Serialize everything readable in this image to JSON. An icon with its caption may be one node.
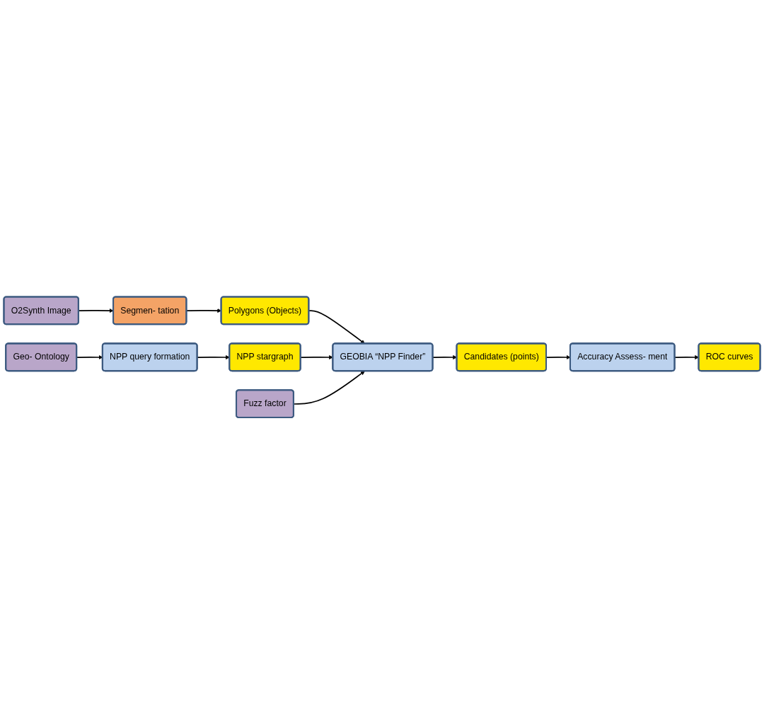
{
  "diagram": {
    "nodes": [
      {
        "text": [
          "O2Synth Image"
        ]
      },
      {
        "text": [
          "Segmen- tation"
        ]
      },
      {
        "text": [
          "Polygons (Objects)"
        ]
      },
      {
        "text": [
          "Geo- Ontology"
        ]
      },
      {
        "text": [
          "NPP query formation"
        ]
      },
      {
        "text": [
          "NPP stargraph"
        ]
      },
      {
        "text": [
          "Fuzz factor"
        ]
      },
      {
        "text": [
          "GEOBIA “NPP Finder”"
        ]
      },
      {
        "text": [
          "Candidates (points)"
        ]
      },
      {
        "text": [
          "Accuracy Assess- ment"
        ]
      },
      {
        "text": [
          "ROC curves"
        ]
      }
    ],
    "edges": [
      {
        "from": 0,
        "to": 1,
        "arrow": "to"
      },
      {
        "from": 1,
        "to": 2,
        "arrow": "to"
      },
      {
        "from": 3,
        "to": 4,
        "arrow": "to"
      },
      {
        "from": 4,
        "to": 5,
        "arrow": "to"
      },
      {
        "from": 2,
        "to": 7,
        "arrow": "to"
      },
      {
        "from": 5,
        "to": 7,
        "arrow": "to"
      },
      {
        "from": 6,
        "to": 7,
        "arrow": "to"
      },
      {
        "from": 7,
        "to": 8,
        "arrow": "to"
      },
      {
        "from": 8,
        "to": 9,
        "arrow": "to"
      },
      {
        "from": 9,
        "to": 10,
        "arrow": "to"
      }
    ]
  }
}
